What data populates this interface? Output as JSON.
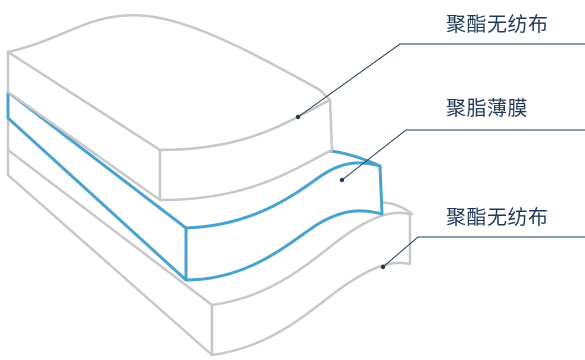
{
  "labels": {
    "top_layer": "聚酯无纺布",
    "middle_layer": "聚脂薄膜",
    "bottom_layer": "聚酯无纺布"
  },
  "colors": {
    "outline": "#c8c8c8",
    "membrane": "#4aa3cf",
    "leader_line": "#1f3a56",
    "text": "#1f3a56"
  }
}
